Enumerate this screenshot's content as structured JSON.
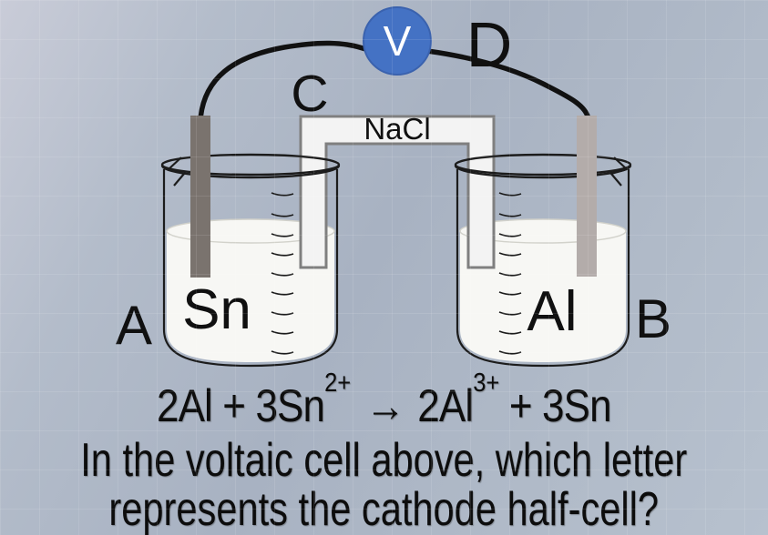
{
  "diagram": {
    "voltmeter": {
      "label": "V"
    },
    "salt_bridge": {
      "label": "NaCl"
    },
    "electrodes": {
      "left": "Sn",
      "right": "Al"
    },
    "letters": {
      "a": "A",
      "b": "B",
      "c": "C",
      "d": "D"
    },
    "colors": {
      "voltmeter_fill": "#4472c4",
      "voltmeter_border": "#3a62ae",
      "left_electrode": "#7a736e",
      "right_electrode": "#b3acaa",
      "bridge_fill": "#f3f3f3",
      "bridge_border": "#7f7f7f",
      "liquid": "#f7f7f4",
      "wire": "#111111"
    }
  },
  "equation": {
    "lhs": "2Al + 3Sn",
    "lhs_sup": "2+",
    "arrow": "→",
    "rhs1": "2Al",
    "rhs_sup": "3+",
    "rhs2": "+ 3Sn"
  },
  "question": {
    "line1": "In the voltaic cell above, which letter",
    "line2": "represents the cathode half-cell?"
  }
}
